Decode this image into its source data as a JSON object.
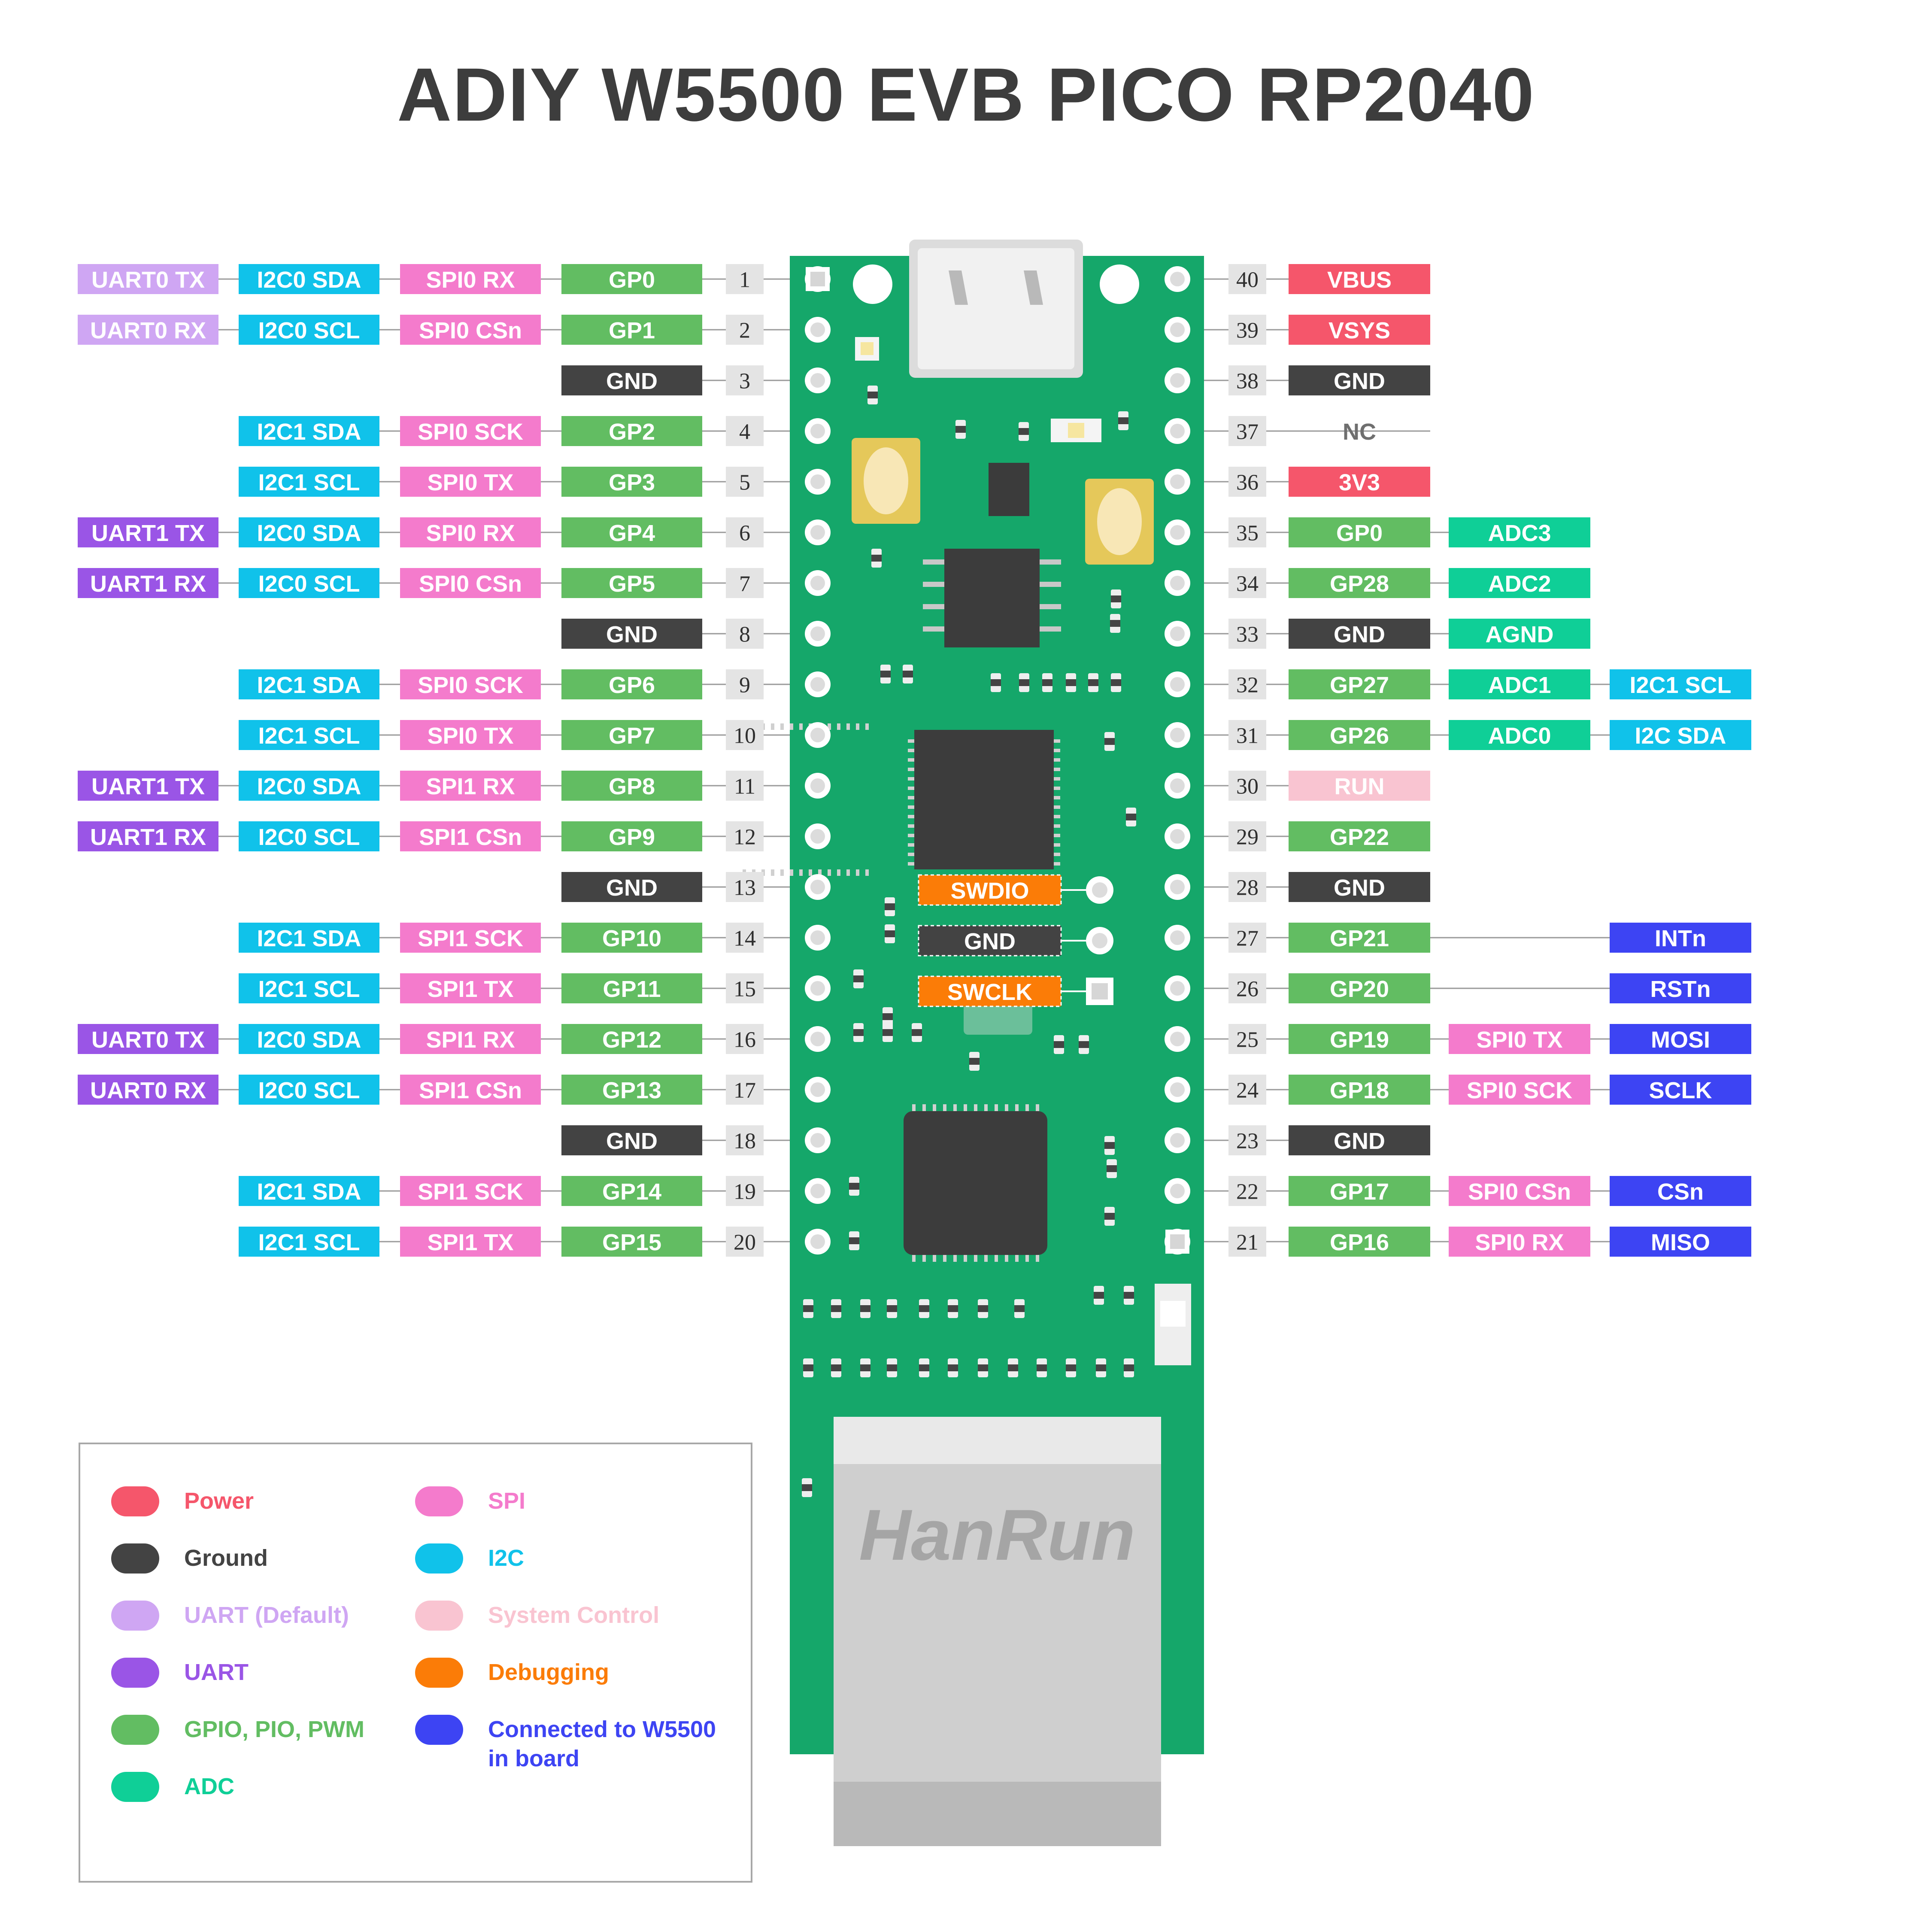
{
  "title": "ADIY W5500 EVB PICO RP2040",
  "colors": {
    "power": "#f5566b",
    "ground": "#434343",
    "uart_default": "#cfa6f3",
    "uart": "#9a55e6",
    "gpio": "#62bd62",
    "adc": "#0fcf97",
    "spi": "#f47bcc",
    "i2c": "#10c2ea",
    "system_control": "#f9c4d1",
    "debugging": "#fb7c07",
    "w5500": "#3d44f3",
    "nc": "#6f6f6f",
    "board": "#15a76a",
    "pin_number_bg": "#e4e4e4"
  },
  "left_pins": [
    {
      "num": "1",
      "labels": [
        {
          "text": "UART0 TX",
          "type": "uart_default"
        },
        {
          "text": "I2C0 SDA",
          "type": "i2c"
        },
        {
          "text": "SPI0 RX",
          "type": "spi"
        },
        {
          "text": "GP0",
          "type": "gpio"
        }
      ]
    },
    {
      "num": "2",
      "labels": [
        {
          "text": "UART0 RX",
          "type": "uart_default"
        },
        {
          "text": "I2C0 SCL",
          "type": "i2c"
        },
        {
          "text": "SPI0 CSn",
          "type": "spi"
        },
        {
          "text": "GP1",
          "type": "gpio"
        }
      ]
    },
    {
      "num": "3",
      "labels": [
        null,
        null,
        null,
        {
          "text": "GND",
          "type": "ground"
        }
      ]
    },
    {
      "num": "4",
      "labels": [
        null,
        {
          "text": "I2C1 SDA",
          "type": "i2c"
        },
        {
          "text": "SPI0 SCK",
          "type": "spi"
        },
        {
          "text": "GP2",
          "type": "gpio"
        }
      ]
    },
    {
      "num": "5",
      "labels": [
        null,
        {
          "text": "I2C1 SCL",
          "type": "i2c"
        },
        {
          "text": "SPI0 TX",
          "type": "spi"
        },
        {
          "text": "GP3",
          "type": "gpio"
        }
      ]
    },
    {
      "num": "6",
      "labels": [
        {
          "text": "UART1 TX",
          "type": "uart"
        },
        {
          "text": "I2C0 SDA",
          "type": "i2c"
        },
        {
          "text": "SPI0 RX",
          "type": "spi"
        },
        {
          "text": "GP4",
          "type": "gpio"
        }
      ]
    },
    {
      "num": "7",
      "labels": [
        {
          "text": "UART1 RX",
          "type": "uart"
        },
        {
          "text": "I2C0 SCL",
          "type": "i2c"
        },
        {
          "text": "SPI0 CSn",
          "type": "spi"
        },
        {
          "text": "GP5",
          "type": "gpio"
        }
      ]
    },
    {
      "num": "8",
      "labels": [
        null,
        null,
        null,
        {
          "text": "GND",
          "type": "ground"
        }
      ]
    },
    {
      "num": "9",
      "labels": [
        null,
        {
          "text": "I2C1 SDA",
          "type": "i2c"
        },
        {
          "text": "SPI0 SCK",
          "type": "spi"
        },
        {
          "text": "GP6",
          "type": "gpio"
        }
      ]
    },
    {
      "num": "10",
      "labels": [
        null,
        {
          "text": "I2C1 SCL",
          "type": "i2c"
        },
        {
          "text": "SPI0 TX",
          "type": "spi"
        },
        {
          "text": "GP7",
          "type": "gpio"
        }
      ]
    },
    {
      "num": "11",
      "labels": [
        {
          "text": "UART1 TX",
          "type": "uart"
        },
        {
          "text": "I2C0 SDA",
          "type": "i2c"
        },
        {
          "text": "SPI1 RX",
          "type": "spi"
        },
        {
          "text": "GP8",
          "type": "gpio"
        }
      ]
    },
    {
      "num": "12",
      "labels": [
        {
          "text": "UART1 RX",
          "type": "uart"
        },
        {
          "text": "I2C0 SCL",
          "type": "i2c"
        },
        {
          "text": "SPI1 CSn",
          "type": "spi"
        },
        {
          "text": "GP9",
          "type": "gpio"
        }
      ]
    },
    {
      "num": "13",
      "labels": [
        null,
        null,
        null,
        {
          "text": "GND",
          "type": "ground"
        }
      ]
    },
    {
      "num": "14",
      "labels": [
        null,
        {
          "text": "I2C1 SDA",
          "type": "i2c"
        },
        {
          "text": "SPI1 SCK",
          "type": "spi"
        },
        {
          "text": "GP10",
          "type": "gpio"
        }
      ]
    },
    {
      "num": "15",
      "labels": [
        null,
        {
          "text": "I2C1 SCL",
          "type": "i2c"
        },
        {
          "text": "SPI1 TX",
          "type": "spi"
        },
        {
          "text": "GP11",
          "type": "gpio"
        }
      ]
    },
    {
      "num": "16",
      "labels": [
        {
          "text": "UART0 TX",
          "type": "uart"
        },
        {
          "text": "I2C0 SDA",
          "type": "i2c"
        },
        {
          "text": "SPI1 RX",
          "type": "spi"
        },
        {
          "text": "GP12",
          "type": "gpio"
        }
      ]
    },
    {
      "num": "17",
      "labels": [
        {
          "text": "UART0 RX",
          "type": "uart"
        },
        {
          "text": "I2C0 SCL",
          "type": "i2c"
        },
        {
          "text": "SPI1 CSn",
          "type": "spi"
        },
        {
          "text": "GP13",
          "type": "gpio"
        }
      ]
    },
    {
      "num": "18",
      "labels": [
        null,
        null,
        null,
        {
          "text": "GND",
          "type": "ground"
        }
      ]
    },
    {
      "num": "19",
      "labels": [
        null,
        {
          "text": "I2C1 SDA",
          "type": "i2c"
        },
        {
          "text": "SPI1 SCK",
          "type": "spi"
        },
        {
          "text": "GP14",
          "type": "gpio"
        }
      ]
    },
    {
      "num": "20",
      "labels": [
        null,
        {
          "text": "I2C1 SCL",
          "type": "i2c"
        },
        {
          "text": "SPI1 TX",
          "type": "spi"
        },
        {
          "text": "GP15",
          "type": "gpio"
        }
      ]
    }
  ],
  "right_pins": [
    {
      "num": "40",
      "labels": [
        {
          "text": "VBUS",
          "type": "power"
        },
        null,
        null
      ]
    },
    {
      "num": "39",
      "labels": [
        {
          "text": "VSYS",
          "type": "power"
        },
        null,
        null
      ]
    },
    {
      "num": "38",
      "labels": [
        {
          "text": "GND",
          "type": "ground"
        },
        null,
        null
      ]
    },
    {
      "num": "37",
      "labels": [
        {
          "text": "NC",
          "type": "nc"
        },
        null,
        null
      ]
    },
    {
      "num": "36",
      "labels": [
        {
          "text": "3V3",
          "type": "power"
        },
        null,
        null
      ]
    },
    {
      "num": "35",
      "labels": [
        {
          "text": "GP0",
          "type": "gpio"
        },
        {
          "text": "ADC3",
          "type": "adc"
        },
        null
      ]
    },
    {
      "num": "34",
      "labels": [
        {
          "text": "GP28",
          "type": "gpio"
        },
        {
          "text": "ADC2",
          "type": "adc"
        },
        null
      ]
    },
    {
      "num": "33",
      "labels": [
        {
          "text": "GND",
          "type": "ground"
        },
        {
          "text": "AGND",
          "type": "adc"
        },
        null
      ]
    },
    {
      "num": "32",
      "labels": [
        {
          "text": "GP27",
          "type": "gpio"
        },
        {
          "text": "ADC1",
          "type": "adc"
        },
        {
          "text": "I2C1 SCL",
          "type": "i2c"
        }
      ]
    },
    {
      "num": "31",
      "labels": [
        {
          "text": "GP26",
          "type": "gpio"
        },
        {
          "text": "ADC0",
          "type": "adc"
        },
        {
          "text": "I2C SDA",
          "type": "i2c"
        }
      ]
    },
    {
      "num": "30",
      "labels": [
        {
          "text": "RUN",
          "type": "system_control"
        },
        null,
        null
      ]
    },
    {
      "num": "29",
      "labels": [
        {
          "text": "GP22",
          "type": "gpio"
        },
        null,
        null
      ]
    },
    {
      "num": "28",
      "labels": [
        {
          "text": "GND",
          "type": "ground"
        },
        null,
        null
      ]
    },
    {
      "num": "27",
      "labels": [
        {
          "text": "GP21",
          "type": "gpio"
        },
        null,
        {
          "text": "INTn",
          "type": "w5500"
        }
      ]
    },
    {
      "num": "26",
      "labels": [
        {
          "text": "GP20",
          "type": "gpio"
        },
        null,
        {
          "text": "RSTn",
          "type": "w5500"
        }
      ]
    },
    {
      "num": "25",
      "labels": [
        {
          "text": "GP19",
          "type": "gpio"
        },
        {
          "text": "SPI0 TX",
          "type": "spi"
        },
        {
          "text": "MOSI",
          "type": "w5500"
        }
      ]
    },
    {
      "num": "24",
      "labels": [
        {
          "text": "GP18",
          "type": "gpio"
        },
        {
          "text": "SPI0 SCK",
          "type": "spi"
        },
        {
          "text": "SCLK",
          "type": "w5500"
        }
      ]
    },
    {
      "num": "23",
      "labels": [
        {
          "text": "GND",
          "type": "ground"
        },
        null,
        null
      ]
    },
    {
      "num": "22",
      "labels": [
        {
          "text": "GP17",
          "type": "gpio"
        },
        {
          "text": "SPI0 CSn",
          "type": "spi"
        },
        {
          "text": "CSn",
          "type": "w5500"
        }
      ]
    },
    {
      "num": "21",
      "labels": [
        {
          "text": "GP16",
          "type": "gpio"
        },
        {
          "text": "SPI0 RX",
          "type": "spi"
        },
        {
          "text": "MISO",
          "type": "w5500"
        }
      ]
    }
  ],
  "debug_pins": [
    {
      "text": "SWDIO",
      "type": "debugging"
    },
    {
      "text": "GND",
      "type": "ground"
    },
    {
      "text": "SWCLK",
      "type": "debugging"
    }
  ],
  "jack_brand": "HanRun",
  "legend": [
    {
      "text": "Power",
      "type": "power"
    },
    {
      "text": "SPI",
      "type": "spi"
    },
    {
      "text": "Ground",
      "type": "ground"
    },
    {
      "text": "I2C",
      "type": "i2c"
    },
    {
      "text": "UART (Default)",
      "type": "uart_default"
    },
    {
      "text": "System Control",
      "type": "system_control"
    },
    {
      "text": "UART",
      "type": "uart"
    },
    {
      "text": "Debugging",
      "type": "debugging"
    },
    {
      "text": "GPIO, PIO, PWM",
      "type": "gpio"
    },
    {
      "text": "Connected to W5500\nin board",
      "type": "w5500"
    },
    {
      "text": "ADC",
      "type": "adc"
    }
  ]
}
